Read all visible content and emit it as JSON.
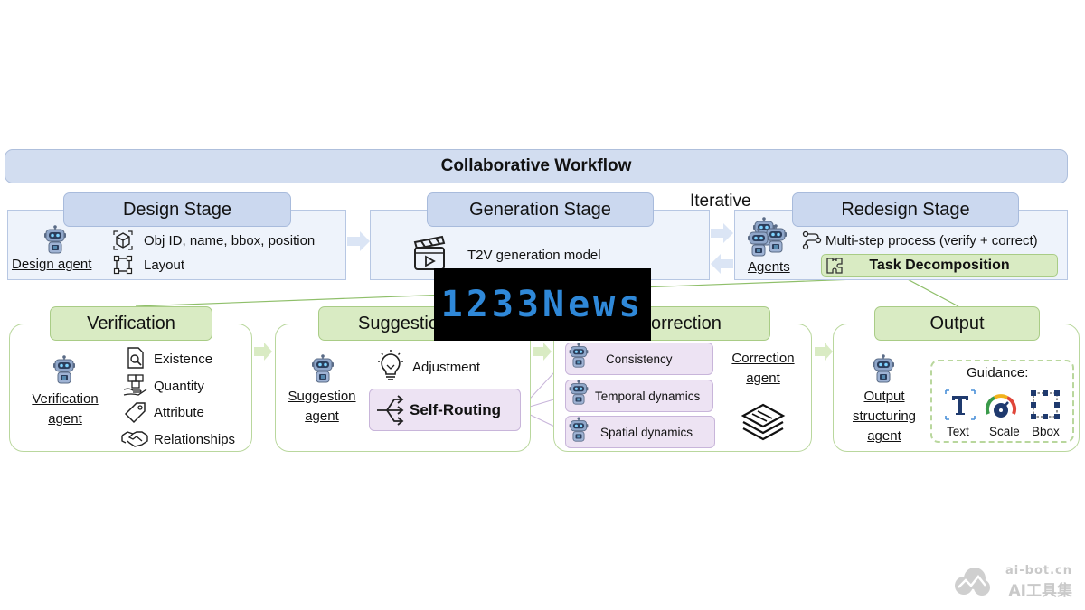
{
  "workflow_title": "Collaborative Workflow",
  "iterative_label": "Iterative",
  "design_stage": {
    "title": "Design Stage",
    "agent_label": "Design agent",
    "items": [
      "Obj ID, name, bbox, position",
      "Layout"
    ]
  },
  "generation_stage": {
    "title": "Generation Stage",
    "model_label": "T2V generation model"
  },
  "redesign_stage": {
    "title": "Redesign Stage",
    "agent_label": "Agents",
    "process_label": "Multi-step process (verify + correct)",
    "task_label": "Task Decomposition"
  },
  "verification": {
    "title": "Verification",
    "agent_line1": "Verification",
    "agent_line2": "agent",
    "items": [
      "Existence",
      "Quantity",
      "Attribute",
      "Relationships"
    ]
  },
  "suggestion": {
    "title": "Suggestio",
    "agent_line1": "Suggestion",
    "agent_line2": "agent",
    "adjustment_label": "Adjustment",
    "routing_label": "Self-Routing"
  },
  "correction": {
    "title": "orrection",
    "agent_line1": "Correction",
    "agent_line2": "agent",
    "items": [
      "Consistency",
      "Temporal dynamics",
      "Spatial dynamics"
    ]
  },
  "output": {
    "title": "Output",
    "agent_line1": "Output",
    "agent_line2": "structuring",
    "agent_line3": "agent",
    "guidance_label": "Guidance:",
    "guidance_items": [
      "Text",
      "Scale",
      "Bbox"
    ]
  },
  "watermark_text": "1233News",
  "corner_watermark": {
    "line1": "ai-bot.cn",
    "line2": "AI工具集"
  },
  "colors": {
    "blue_box": "#eef3fb",
    "blue_label": "#cbd8ef",
    "green_label": "#d9ebc3",
    "green_border": "#b9d79d",
    "purple_pill": "#ede3f3"
  }
}
